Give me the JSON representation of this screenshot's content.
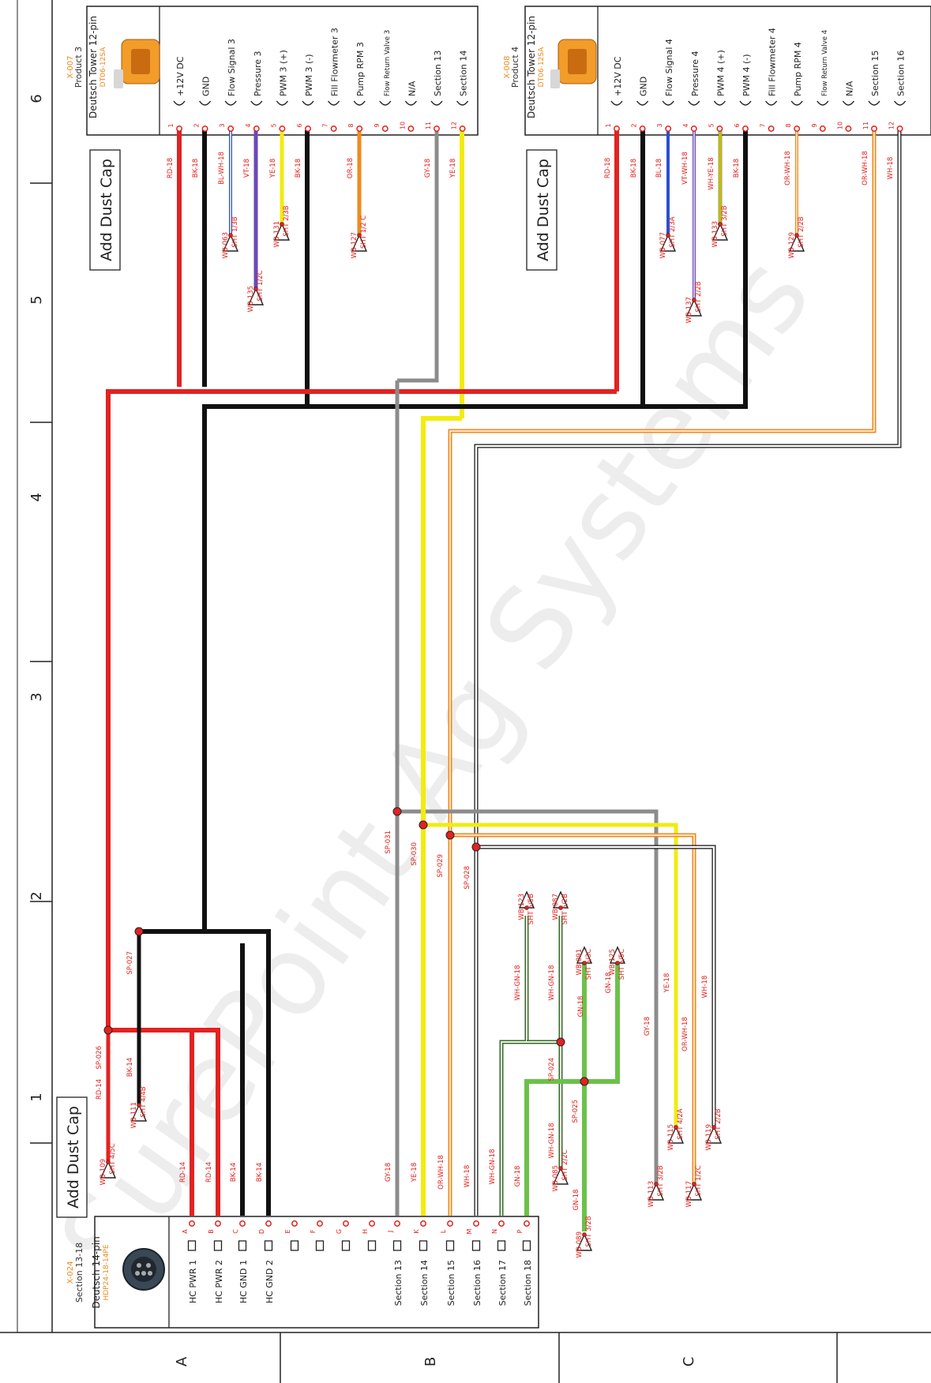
{
  "watermark": "SurePoint Ag Systems",
  "grid": {
    "columns": [
      "1",
      "2",
      "3",
      "4",
      "5",
      "6"
    ],
    "rows": [
      "A",
      "B",
      "C"
    ]
  },
  "dust_cap_label": "Add Dust Cap",
  "connectors": {
    "x007": {
      "id": "X-007",
      "title": "Product 3",
      "type": "Deutsch Tower 12-pin",
      "part": "DT06-12SA",
      "pins": [
        {
          "n": "1",
          "label": "+12V DC"
        },
        {
          "n": "2",
          "label": "GND"
        },
        {
          "n": "3",
          "label": "Flow Signal 3"
        },
        {
          "n": "4",
          "label": "Pressure 3"
        },
        {
          "n": "5",
          "label": "PWM 3 (+)"
        },
        {
          "n": "6",
          "label": "PWM 3 (-)"
        },
        {
          "n": "7",
          "label": "Fill Flowmeter 3"
        },
        {
          "n": "8",
          "label": "Pump RPM 3"
        },
        {
          "n": "9",
          "label": "Flow Return Valve 3"
        },
        {
          "n": "10",
          "label": "N/A"
        },
        {
          "n": "11",
          "label": "Section 13"
        },
        {
          "n": "12",
          "label": "Section 14"
        }
      ]
    },
    "x008": {
      "id": "X-008",
      "title": "Product 4",
      "type": "Deutsch Tower 12-pin",
      "part": "DT06-12SA",
      "pins": [
        {
          "n": "1",
          "label": "+12V DC"
        },
        {
          "n": "2",
          "label": "GND"
        },
        {
          "n": "3",
          "label": "Flow Signal 4"
        },
        {
          "n": "4",
          "label": "Pressure 4"
        },
        {
          "n": "5",
          "label": "PWM 4 (+)"
        },
        {
          "n": "6",
          "label": "PWM 4 (-)"
        },
        {
          "n": "7",
          "label": "Fill Flowmeter 4"
        },
        {
          "n": "8",
          "label": "Pump RPM 4"
        },
        {
          "n": "9",
          "label": "Flow Return Valve 4"
        },
        {
          "n": "10",
          "label": "N/A"
        },
        {
          "n": "11",
          "label": "Section 15"
        },
        {
          "n": "12",
          "label": "Section 16"
        }
      ]
    },
    "x024": {
      "id": "X-024",
      "title": "Section 13-18",
      "type": "Deutsch 14-pin",
      "part": "HDP24-18-14PE",
      "pins": [
        {
          "n": "A",
          "label": "HC PWR 1"
        },
        {
          "n": "B",
          "label": "HC PWR 2"
        },
        {
          "n": "C",
          "label": "HC GND 1"
        },
        {
          "n": "D",
          "label": "HC GND 2"
        },
        {
          "n": "E",
          "label": ""
        },
        {
          "n": "F",
          "label": ""
        },
        {
          "n": "G",
          "label": ""
        },
        {
          "n": "H",
          "label": ""
        },
        {
          "n": "J",
          "label": "Section 13"
        },
        {
          "n": "K",
          "label": "Section 14"
        },
        {
          "n": "L",
          "label": "Section 15"
        },
        {
          "n": "M",
          "label": "Section 16"
        },
        {
          "n": "N",
          "label": "Section 17"
        },
        {
          "n": "P",
          "label": "Section 18"
        }
      ]
    }
  },
  "wire_labels_x007": [
    "RD-18",
    "BK-18",
    "BL-WH-18",
    "VT-18",
    "YE-18",
    "BK-18",
    "OR-18",
    "GY-18",
    "YE-18"
  ],
  "wire_labels_x008": [
    "RD-18",
    "BK-18",
    "BL-18",
    "VT-WH-18",
    "WH-YE-18",
    "BK-18",
    "OR-WH-18",
    "OR-WH-18",
    "WH-18"
  ],
  "wire_labels_x024": [
    "RD-14",
    "RD-14",
    "BK-14",
    "BK-14",
    "GY-18",
    "YE-18",
    "OR-WH-18",
    "WH-18",
    "WH-GN-18",
    "GN-18"
  ],
  "misc_wire_labels": [
    "RD-14",
    "BK-14",
    "WH-GN-18",
    "WH-GN-18",
    "GN-18",
    "GN-18",
    "WH-GN-18",
    "GN-18",
    "GY-18",
    "YE-18",
    "OR-WH-18",
    "WH-18"
  ],
  "splices": [
    "SP-026",
    "SP-027",
    "SP-031",
    "SP-030",
    "SP-029",
    "SP-028",
    "SP-024",
    "SP-025"
  ],
  "offsheet_refs": [
    {
      "wb": "WB-063",
      "sht": "SHT 1/3B"
    },
    {
      "wb": "WB-135",
      "sht": "SHT 1/2C"
    },
    {
      "wb": "WB-131",
      "sht": "SHT 2/3B"
    },
    {
      "wb": "WB-127",
      "sht": "SHT 1/2 C"
    },
    {
      "wb": "WB-077",
      "sht": "SHT 2/3A"
    },
    {
      "wb": "WB-137",
      "sht": "SHT 2/2B"
    },
    {
      "wb": "WB-133",
      "sht": "SHT 3/2B"
    },
    {
      "wb": "WB-129",
      "sht": "SHT 2/2B"
    },
    {
      "wb": "WB-109",
      "sht": "SHT 4/5C"
    },
    {
      "wb": "WB-111",
      "sht": "SHT 4/4B"
    },
    {
      "wb": "WB-123",
      "sht": "SHT 5/5B"
    },
    {
      "wb": "WB-087",
      "sht": "SHT 5/2B"
    },
    {
      "wb": "WB-091",
      "sht": "SHT 5/3C"
    },
    {
      "wb": "WB-125",
      "sht": "SHT 5/5C"
    },
    {
      "wb": "WB-085",
      "sht": "SHT 2/2C"
    },
    {
      "wb": "WB-089",
      "sht": "SHT 3/2B"
    },
    {
      "wb": "WB-113",
      "sht": "SHT 3/2B"
    },
    {
      "wb": "WB-115",
      "sht": "SHT 4/2A"
    },
    {
      "wb": "WB-117",
      "sht": "SHT 1/2C"
    },
    {
      "wb": "WB-119",
      "sht": "SHT 2/2B"
    }
  ],
  "colors": {
    "red": "#e32222",
    "black": "#111111",
    "gray": "#8c8c8c",
    "yellow": "#f2ec10",
    "orange": "#f28a1c",
    "green": "#6cc14a",
    "blue": "#2b4fcf",
    "violet": "#6b49b8",
    "label_red": "#e0201b",
    "title_orange": "#e88a1c"
  }
}
